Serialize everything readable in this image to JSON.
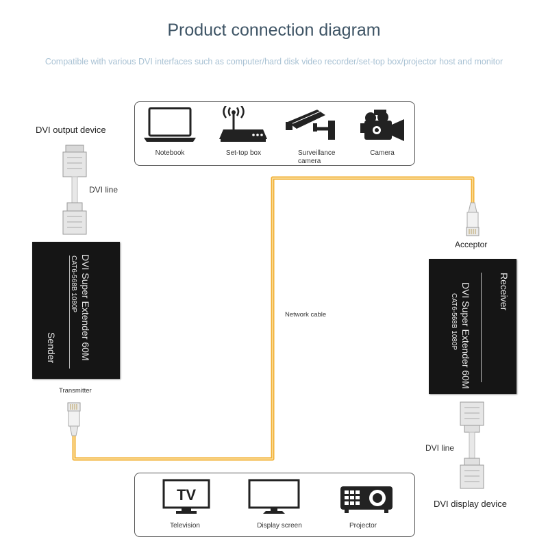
{
  "title": "Product connection diagram",
  "subtitle": "Compatible with various DVI interfaces such as computer/hard disk video recorder/set-top box/projector host and monitor",
  "source_devices": [
    {
      "label": "Notebook",
      "icon": "laptop-icon"
    },
    {
      "label": "Set-top box",
      "icon": "router-icon"
    },
    {
      "label": "Surveillance camera",
      "icon": "cctv-camera-icon"
    },
    {
      "label": "Camera",
      "icon": "video-camera-icon"
    }
  ],
  "display_devices": [
    {
      "label": "Television",
      "icon": "tv-icon",
      "icon_text": "TV"
    },
    {
      "label": "Display screen",
      "icon": "monitor-icon"
    },
    {
      "label": "Projector",
      "icon": "projector-icon"
    }
  ],
  "labels": {
    "dvi_output_device": "DVI output device",
    "dvi_line_left": "DVI line",
    "transmitter": "Transmitter",
    "network_cable": "Network cable",
    "acceptor": "Acceptor",
    "dvi_line_right": "DVI line",
    "dvi_display_device": "DVI display device"
  },
  "sender": {
    "model": "DVI Super Extender 60M",
    "spec": "CAT6-568B 1080P",
    "role": "Sender"
  },
  "receiver": {
    "model": "DVI Super Extender 60M",
    "spec": "CAT6-568B 1080P",
    "role": "Receiver"
  },
  "colors": {
    "cable": "#f2b035",
    "unit_body": "#151515",
    "title": "#3f5566",
    "subtitle": "#a9c2d4"
  }
}
